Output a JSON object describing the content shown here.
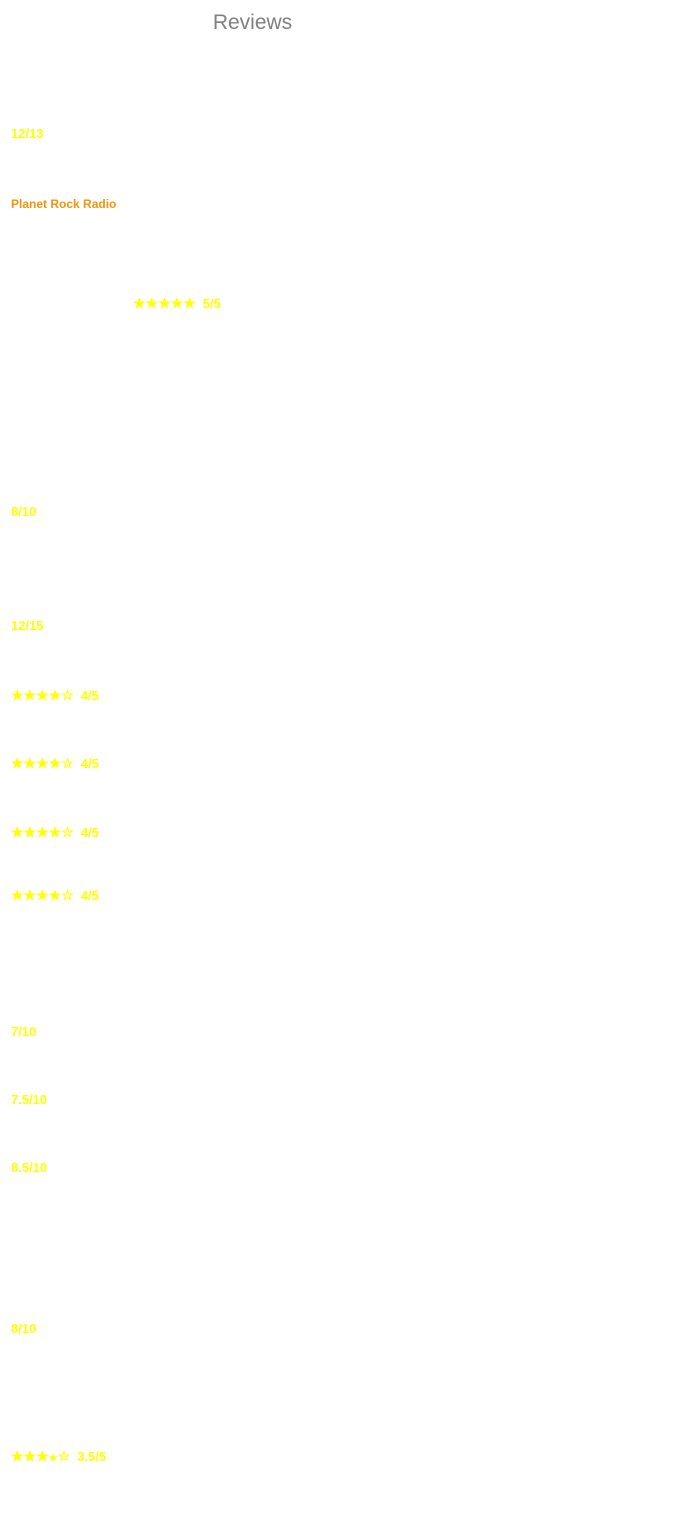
{
  "page": {
    "title": "Reviews"
  },
  "theme": {
    "rating_color": "#ffff00",
    "source_color": "#f0950c",
    "title_color": "#808080"
  },
  "reviews": [
    {
      "kind": "score",
      "text": "12/13"
    },
    {
      "kind": "source",
      "text": "Planet Rock Radio"
    },
    {
      "kind": "stars",
      "stars": "★★★★★",
      "score": "5/5",
      "rating_value": 5
    },
    {
      "kind": "score",
      "text": "8/10"
    },
    {
      "kind": "score",
      "text": "12/15"
    },
    {
      "kind": "stars",
      "stars": "★★★★☆",
      "score": "4/5",
      "rating_value": 4
    },
    {
      "kind": "stars",
      "stars": "★★★★☆",
      "score": "4/5",
      "rating_value": 4
    },
    {
      "kind": "stars",
      "stars": "★★★★☆",
      "score": "4/5",
      "rating_value": 4
    },
    {
      "kind": "stars",
      "stars": "★★★★☆",
      "score": "4/5",
      "rating_value": 4
    },
    {
      "kind": "score",
      "text": "7/10"
    },
    {
      "kind": "score",
      "text": "7.5/10"
    },
    {
      "kind": "score",
      "text": "8.5/10"
    },
    {
      "kind": "score",
      "text": "8/10"
    },
    {
      "kind": "stars_half",
      "stars": "★★★",
      "half": "★",
      "empty": "☆",
      "score": "3.5/5",
      "rating_value": 3.5
    }
  ]
}
